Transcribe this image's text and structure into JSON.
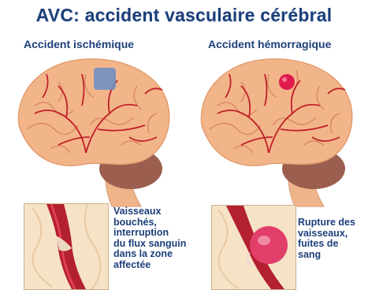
{
  "title": "AVC: accident vasculaire cérébral",
  "panels": [
    {
      "subtitle": "Accident ischémique",
      "description": "Vaisseaux\nbouchés,\ninterruption\ndu flux sanguin\ndans la zone\naffectée"
    },
    {
      "subtitle": "Accident hémorragique",
      "description": "Rupture des\nvaisseaux,\nfuites de\nsang"
    }
  ],
  "colors": {
    "title": "#1d3f7a",
    "brain": "#f2b58a",
    "vessel": "#c0202a",
    "cerebellum": "#9c5f4f",
    "ischemic_zone": "#6b8fc4",
    "hemorrhage": "#e01a4c"
  }
}
